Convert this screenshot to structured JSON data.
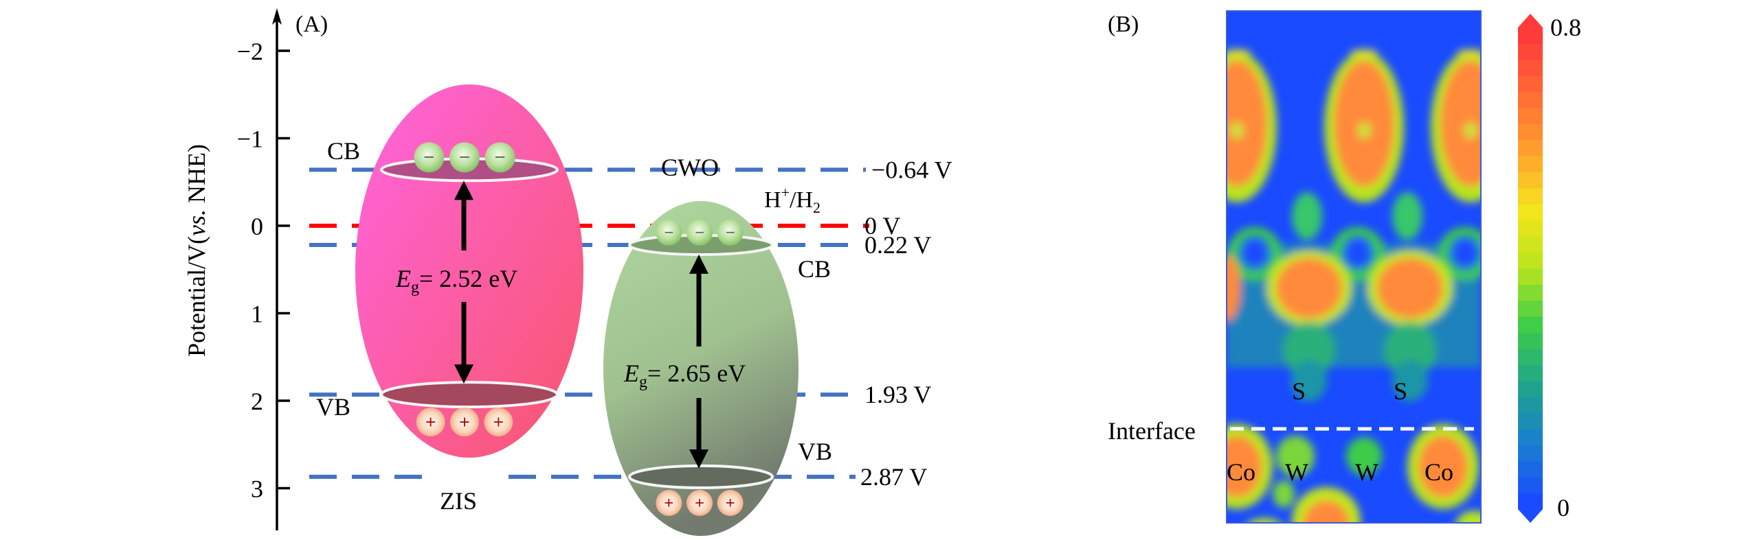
{
  "panel_a": {
    "label": "(A)",
    "y_axis_label_main": "Potential/V(",
    "y_axis_label_italic": "vs.",
    "y_axis_label_end": " NHE)",
    "ticks": [
      "−2",
      "−1",
      "0",
      "1",
      "2",
      "3"
    ],
    "tick_values": [
      -2,
      -1,
      0,
      1,
      2,
      3
    ],
    "materials": [
      {
        "name": "ZIS",
        "cb_label": "CB",
        "vb_label": "VB",
        "cb_potential": -0.64,
        "vb_potential": 1.93,
        "eg_symbol": "E",
        "eg_sub": "g",
        "eg_text": "= 2.52 eV",
        "color_top": "#ff5fd8",
        "color_bottom": "#f7576f"
      },
      {
        "name": "CWO",
        "cb_label": "CB",
        "vb_label": "VB",
        "cb_potential": 0.22,
        "vb_potential": 2.87,
        "eg_symbol": "E",
        "eg_sub": "g",
        "eg_text": "= 2.65 eV",
        "color_top": "#a9d49a",
        "color_bottom": "#7d8d74"
      }
    ],
    "level_labels": [
      "−0.64 V",
      "0 V",
      "0.22 V",
      "1.93 V",
      "2.87 V"
    ],
    "redox_label_main": "H",
    "redox_label_sup": "+",
    "redox_label_mid": "/H",
    "redox_label_sub": "2",
    "electron_symbol": "−",
    "hole_symbol": "+",
    "colors": {
      "band_line": "#4472c4",
      "redox_line": "#ff0000",
      "hole_sign": "#c00000"
    }
  },
  "panel_b": {
    "label": "(B)",
    "interface_label": "Interface",
    "atom_labels_top": [
      "S",
      "S"
    ],
    "atom_labels_bottom": [
      "Co",
      "W",
      "W",
      "Co"
    ],
    "colorbar_max": "0.8",
    "colorbar_min": "0",
    "colorbar_stops": [
      "#1a4bff",
      "#1a7fd0",
      "#1fa58a",
      "#3ccc4a",
      "#b7e51d",
      "#f5e51c",
      "#ffa12e",
      "#ff6a36",
      "#ff3a3a"
    ]
  }
}
